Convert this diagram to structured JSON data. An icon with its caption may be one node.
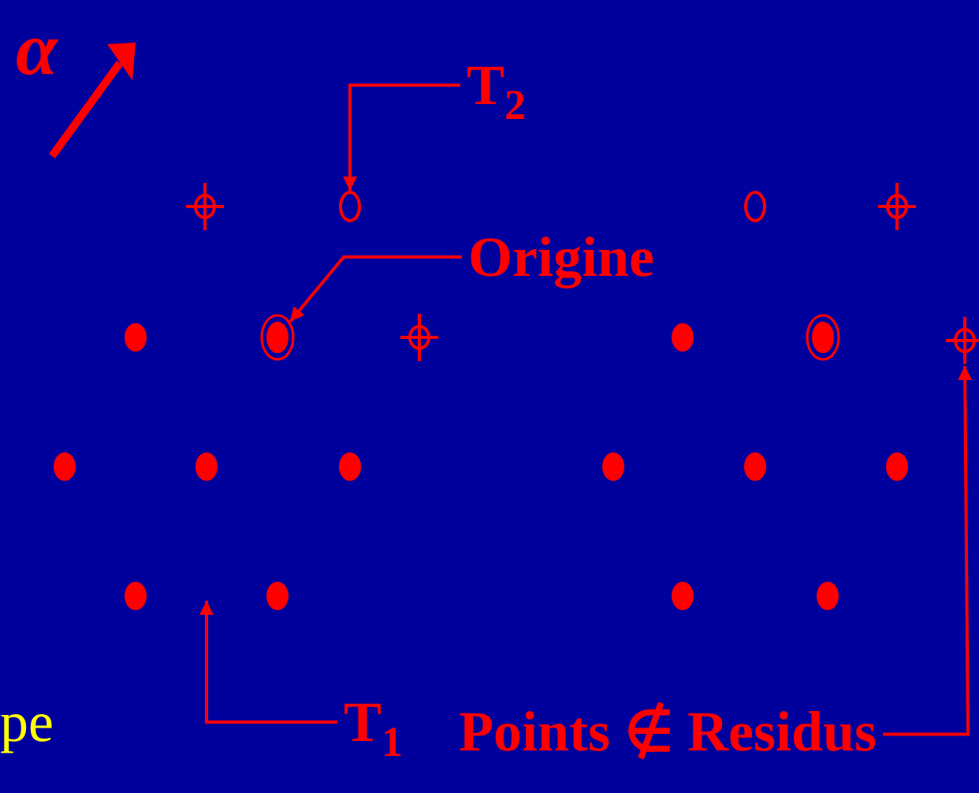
{
  "diagram": {
    "nodes": [
      {
        "text": [
          "T$_{2}$"
        ]
      },
      {
        "text": [
          "Origine"
        ]
      },
      {
        "text": [
          "T$_{1}$"
        ]
      },
      {
        "text": [
          "Points ∉ Residus"
        ]
      },
      {
        "text": [],
        "shape": "crosshair"
      },
      {
        "text": [],
        "shape": "circle"
      },
      {
        "text": [],
        "shape": "circle"
      },
      {
        "text": [],
        "shape": "crosshair"
      },
      {
        "text": [],
        "shape": "dot"
      },
      {
        "text": [],
        "shape": "target"
      },
      {
        "text": [],
        "shape": "crosshair"
      },
      {
        "text": [],
        "shape": "dot"
      },
      {
        "text": [],
        "shape": "target"
      },
      {
        "text": [],
        "shape": "crosshair"
      },
      {
        "text": [],
        "shape": "dot"
      },
      {
        "text": [],
        "shape": "dot"
      },
      {
        "text": [],
        "shape": "dot"
      },
      {
        "text": [],
        "shape": "dot"
      },
      {
        "text": [],
        "shape": "dot"
      },
      {
        "text": [],
        "shape": "dot"
      },
      {
        "text": [],
        "shape": "dot"
      },
      {
        "text": [],
        "shape": "dot"
      },
      {
        "text": [],
        "shape": "dot"
      },
      {
        "text": [],
        "shape": "dot"
      }
    ],
    "edges": [
      {
        "from": 0,
        "to": 5,
        "arrow": "to"
      },
      {
        "from": 1,
        "to": 9,
        "arrow": "to"
      },
      {
        "from": 2,
        "to": null,
        "arrow": "to"
      },
      {
        "from": 3,
        "to": 13,
        "arrow": "to"
      }
    ],
    "labels": [
      "α",
      "pe"
    ]
  }
}
